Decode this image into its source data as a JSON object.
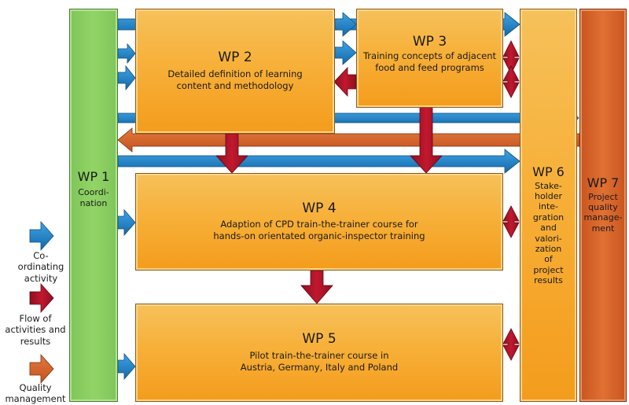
{
  "wp1": {
    "title": "WP 1",
    "desc": "Coordi-\nnation"
  },
  "wp2": {
    "title": "WP 2",
    "desc": "Detailed definition of learning\ncontent and methodology"
  },
  "wp3": {
    "title": "WP 3",
    "desc": "Training concepts of adjacent\nfood and feed programs"
  },
  "wp4": {
    "title": "WP 4",
    "desc": "Adaption of CPD train-the-trainer course for\nhands-on orientated organic-inspector training"
  },
  "wp5": {
    "title": "WP 5",
    "desc": "Pilot train-the-trainer course in\nAustria, Germany, Italy and Poland"
  },
  "wp6": {
    "title": "WP 6",
    "desc": "Stake-\nholder\ninte-\ngration\nand\nvalori-\nzation\nof\nproject\nresults"
  },
  "wp7": {
    "title": "WP 7",
    "desc": "Project\nquality\nmanage-\nment"
  },
  "legend": {
    "coordinating": "Co-\nordinating\nactivity",
    "flow": "Flow of\nactivities and\nresults",
    "quality": "Quality\nmanagement"
  },
  "colors": {
    "blue": "#1a7fc4",
    "red": "#b5132b",
    "orange": "#d8642a",
    "green": "#85c95d",
    "box": "#f7b039"
  }
}
